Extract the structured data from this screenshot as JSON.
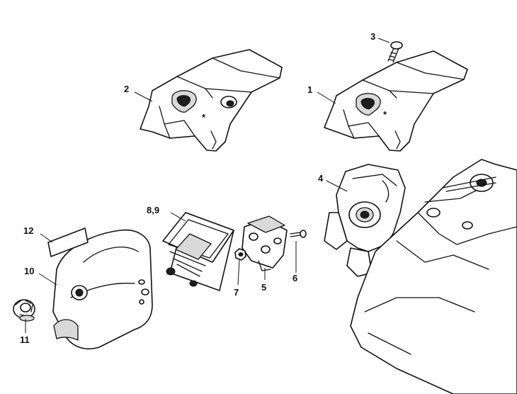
{
  "callouts": {
    "p1": "1",
    "p2": "2",
    "p3": "3",
    "p4": "4",
    "p5": "5",
    "p6": "6",
    "p7": "7",
    "p89": "8,9",
    "p10": "10",
    "p11": "11",
    "p12": "12"
  },
  "symbols": {
    "asterisk": "*"
  },
  "colors": {
    "line": "#111111",
    "background": "#ffffff",
    "shade": "#d9d9d9"
  }
}
